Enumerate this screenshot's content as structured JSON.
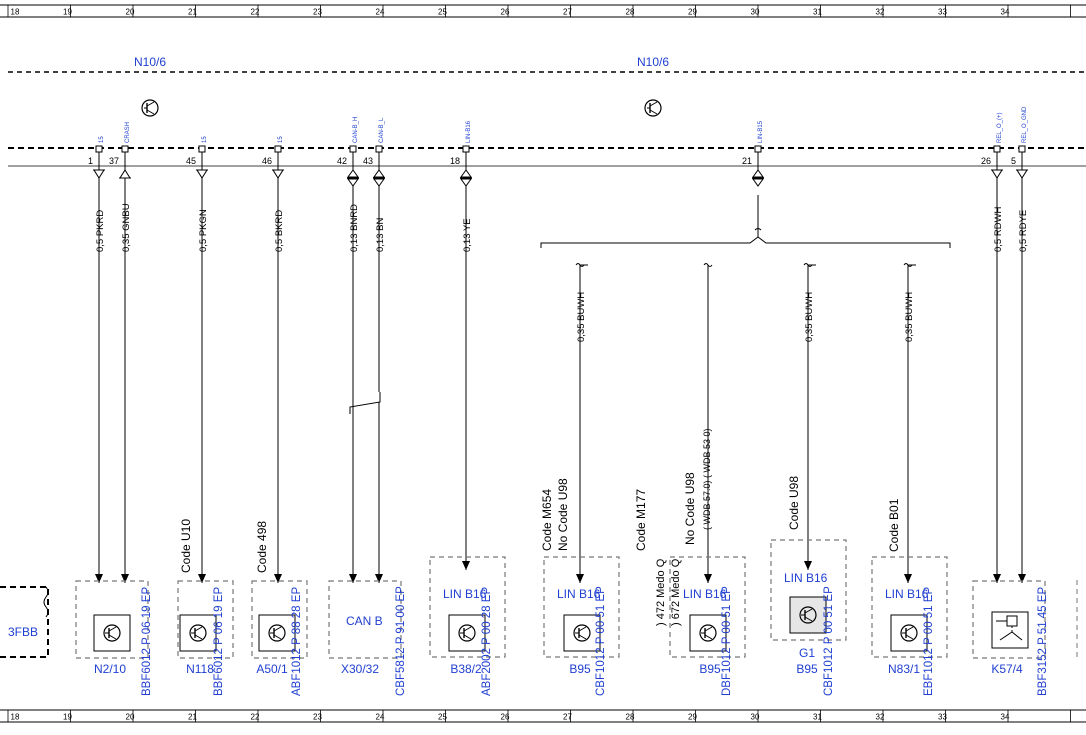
{
  "colors": {
    "line": "#000000",
    "blue": "#1f3fd1",
    "dashed_box": "#777777",
    "grid": "#000000"
  },
  "ruler_columns": [
    "18",
    "19",
    "20",
    "21",
    "22",
    "23",
    "24",
    "25",
    "26",
    "27",
    "28",
    "29",
    "30",
    "31",
    "32",
    "33",
    "34"
  ],
  "connector_name": "N10/6",
  "pin_numbers": [
    "1",
    "37",
    "45",
    "46",
    "42",
    "43",
    "18",
    "21",
    "26",
    "5"
  ],
  "pin_labels": [
    "15",
    "CRASH",
    "15",
    "15",
    "CAN-B_H",
    "CAN-B_L",
    "LIN-B16",
    "LIN-B15",
    "REL_O_(+)",
    "REL_O_GND"
  ],
  "wires": [
    "0,5 PKRD",
    "0,35 GNBU",
    "0,5 PKGN",
    "0,5 BKRD",
    "0,13 BNRD",
    "0,13 BN",
    "0,13 YE",
    "0,35 BUWH",
    "0,35 BUWH",
    "0,35 BUWH",
    "0,5 RDWH",
    "0,5 RDYE"
  ],
  "codes": {
    "u10": "Code U10",
    "c498": "Code 498",
    "m654": "Code M654",
    "no_u98_a": "No Code U98",
    "m177": "Code M177",
    "medo_472": ") 472 Medo Q",
    "medo_672": ") 672 Medo Q",
    "no_u98_b": "No Code U98",
    "wdb": "( WDB 57.0) ( WDB 53 0)",
    "u98": "Code U98",
    "b01": "Code B01"
  },
  "boxes": [
    {
      "id": "N2/10",
      "text": "",
      "ref": "BBF6012 P 06 19 EP"
    },
    {
      "id": "N118",
      "text": "",
      "ref": "BBF6012 P 06 19 EP"
    },
    {
      "id": "A50/1",
      "text": "",
      "ref": "ABF1012 P 88 28 EP"
    },
    {
      "id": "X30/32",
      "text": "CAN B",
      "ref": "CBF5812 P 91 00 EP"
    },
    {
      "id": "B38/2",
      "text": "LIN B16",
      "ref": "ABF2002 P 00 28 EP"
    },
    {
      "id": "B95",
      "text": "LIN B16",
      "ref": "CBF1012 P 00 51 EP"
    },
    {
      "id": "B95",
      "text": "LIN B16",
      "ref": "DBF1012 P 00 51 EP"
    },
    {
      "id": "G1",
      "id2": "B95",
      "text": "LIN B16",
      "ref": "CBF1012 P 00 51 EP"
    },
    {
      "id": "N83/1",
      "text": "LIN B16",
      "ref": "EBF1012 P 00 51 EP"
    },
    {
      "id": "K57/4",
      "text": "",
      "ref": "BBF3152 P 51 45 EP"
    }
  ],
  "left_partial": "3FBB"
}
